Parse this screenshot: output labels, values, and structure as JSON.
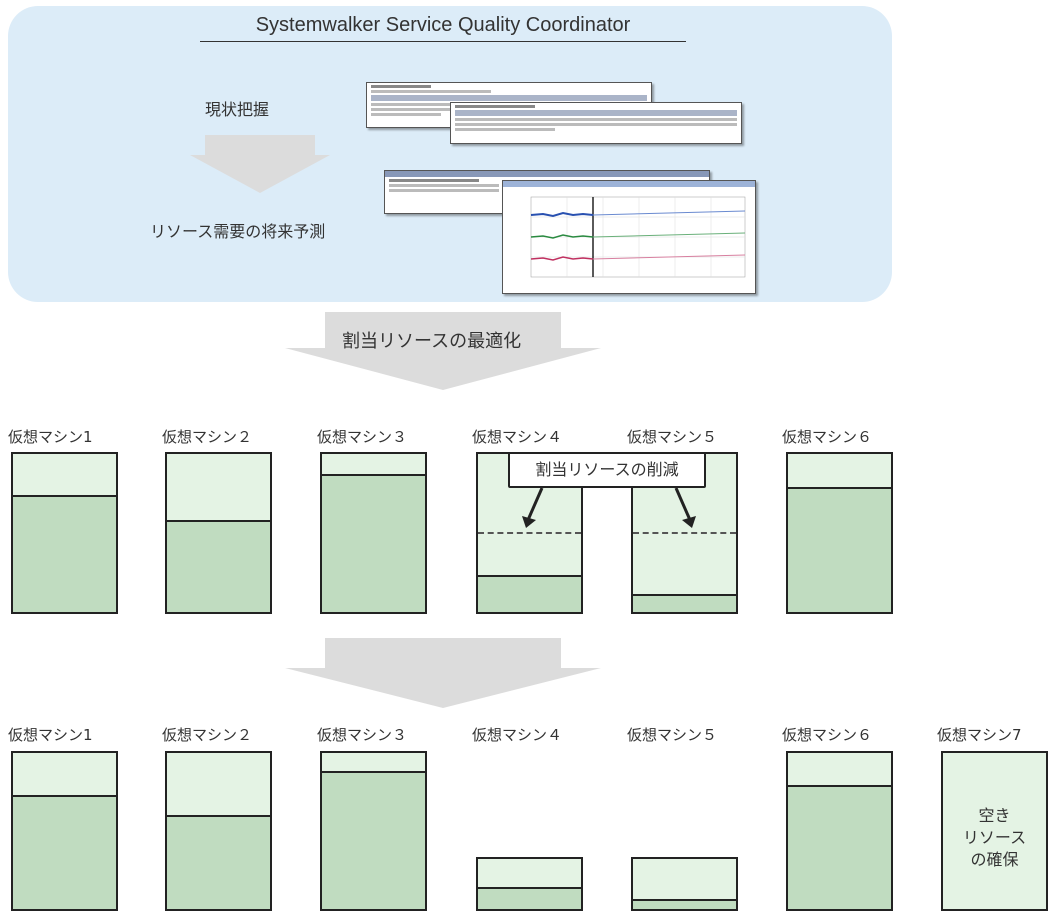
{
  "header": {
    "app_title": "Systemwalker Service Quality Coordinator"
  },
  "top_panel": {
    "step_current": "現状把握",
    "step_forecast": "リソース需要の将来予測"
  },
  "optimize_label": "割当リソースの最適化",
  "reduce_callout": "割当リソースの削減",
  "free_resource": {
    "line1": "空き",
    "line2": "リソース",
    "line3": "の確保"
  },
  "before": [
    {
      "label": "仮想マシン1",
      "used_fraction": 0.73
    },
    {
      "label": "仮想マシン２",
      "used_fraction": 0.57
    },
    {
      "label": "仮想マシン３",
      "used_fraction": 0.86
    },
    {
      "label": "仮想マシン４",
      "used_fraction": 0.22
    },
    {
      "label": "仮想マシン５",
      "used_fraction": 0.1
    },
    {
      "label": "仮想マシン６",
      "used_fraction": 0.78
    }
  ],
  "after": [
    {
      "label": "仮想マシン1"
    },
    {
      "label": "仮想マシン２"
    },
    {
      "label": "仮想マシン３"
    },
    {
      "label": "仮想マシン４"
    },
    {
      "label": "仮想マシン５"
    },
    {
      "label": "仮想マシン６"
    },
    {
      "label": "仮想マシン7"
    }
  ],
  "colors": {
    "panel": "#dcecf8",
    "free": "#e4f3e4",
    "used": "#c0dcc0",
    "arrow": "#dcdcdc"
  }
}
